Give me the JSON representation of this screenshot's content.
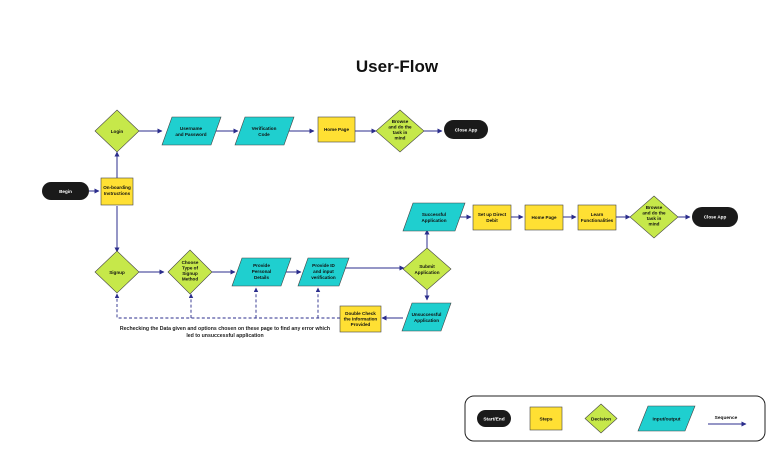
{
  "title": "User-Flow",
  "colors": {
    "terminal": "#1a1a1a",
    "step": "#ffe033",
    "decision": "#c6e84a",
    "io": "#1fcfcf",
    "arrow": "#2b2d8c",
    "stroke": "#333333"
  },
  "nodes": {
    "begin": "Begin",
    "onboarding": [
      "On-boarding",
      "Instructions"
    ],
    "login": "Login",
    "username_password": [
      "Username",
      "and Password"
    ],
    "verification_code": [
      "Verification",
      "Code"
    ],
    "home_page_top": "Home Page",
    "browse_top": [
      "Browse",
      "and do the",
      "task in",
      "mind"
    ],
    "close_app_top": "Close App",
    "signup": "Signup",
    "choose_signup": [
      "Choose",
      "Type of",
      "Signup",
      "Method"
    ],
    "personal_details": [
      "Provide",
      "Personal",
      "Details"
    ],
    "id_input": [
      "Provide ID",
      "and input",
      "verification"
    ],
    "submit_application": [
      "Submit",
      "Application"
    ],
    "successful_application": [
      "Successful",
      "Application"
    ],
    "setup_direct_debit": [
      "Set up Direct",
      "Debit"
    ],
    "home_page_mid": "Home Page",
    "learn_functionalities": [
      "Learn",
      "Functionalities"
    ],
    "browse_mid": [
      "Browse",
      "and do the",
      "task in",
      "mind"
    ],
    "close_app_mid": "Close App",
    "unsuccessful_application": [
      "Unsuccessful",
      "Application"
    ],
    "double_check": [
      "Double Check",
      "the Information",
      "Provided"
    ]
  },
  "note": [
    "Rechecking the Data given and options chosen on these page to find any error which",
    "led to unsuccessful application"
  ],
  "legend": {
    "start_end": "Start/End",
    "steps": "Steps",
    "decision": "Decision",
    "input_output": "Input/output",
    "sequence": "Sequence"
  }
}
